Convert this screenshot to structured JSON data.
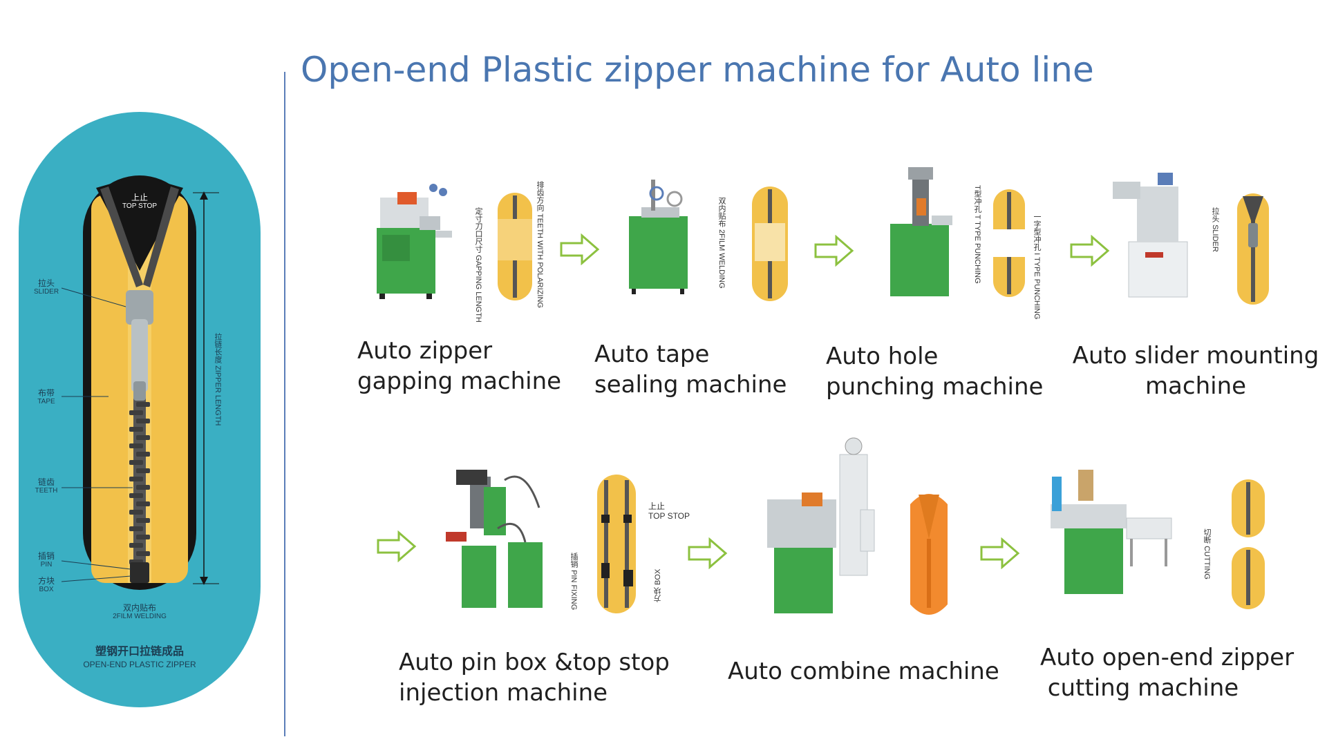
{
  "title": "Open-end Plastic zipper machine for Auto line",
  "zipper_diagram": {
    "top_stop": {
      "cn": "上止",
      "en": "TOP STOP"
    },
    "slider": {
      "cn": "拉头",
      "en": "SLIDER"
    },
    "tape": {
      "cn": "布带",
      "en": "TAPE"
    },
    "teeth": {
      "cn": "链齿",
      "en": "TEETH"
    },
    "pin": {
      "cn": "插销",
      "en": "PIN"
    },
    "box": {
      "cn": "方块",
      "en": "BOX"
    },
    "zipper_length": {
      "cn": "拉链长度",
      "en": "ZIPPER LENGTH"
    },
    "film_welding": {
      "cn": "双内贴布",
      "en": "2FILM WELDING"
    },
    "product": {
      "cn": "塑钢开口拉链成品",
      "en": "OPEN-END PLASTIC ZIPPER"
    }
  },
  "steps": [
    {
      "line1": "Auto zipper",
      "line2": "gapping machine",
      "labels": [
        "排齿方向",
        "TEETH WITH POLARIZING",
        "定寸刀口尺寸",
        "GAPPING LENGTH"
      ]
    },
    {
      "line1": "Auto tape",
      "line2": "sealing machine",
      "labels": [
        "双内贴布",
        "2FILM WELDING"
      ]
    },
    {
      "line1": "Auto hole",
      "line2": "punching machine",
      "labels": [
        "T型冲孔",
        "T TYPE PUNCHING",
        "一字型冲孔",
        "I TYPE PUNCHING"
      ]
    },
    {
      "line1": "Auto slider mounting",
      "line2": "machine",
      "labels": [
        "拉头",
        "SLIDER"
      ]
    },
    {
      "line1": "Auto pin box &top stop",
      "line2": "injection machine",
      "labels": [
        "上止",
        "TOP STOP",
        "方块",
        "BOX",
        "插销",
        "PIN FIXING"
      ]
    },
    {
      "line1": "Auto combine machine",
      "line2": "",
      "labels": []
    },
    {
      "line1": "Auto open-end zipper",
      "line2": " cutting machine",
      "labels": [
        "切断",
        "CUTTING"
      ]
    }
  ],
  "colors": {
    "teal": "#3aafc3",
    "zipper_yellow": "#f2c14a",
    "machine_green": "#3fa64a",
    "arrow_green": "#8cc13f",
    "title_blue": "#4a76b0"
  }
}
